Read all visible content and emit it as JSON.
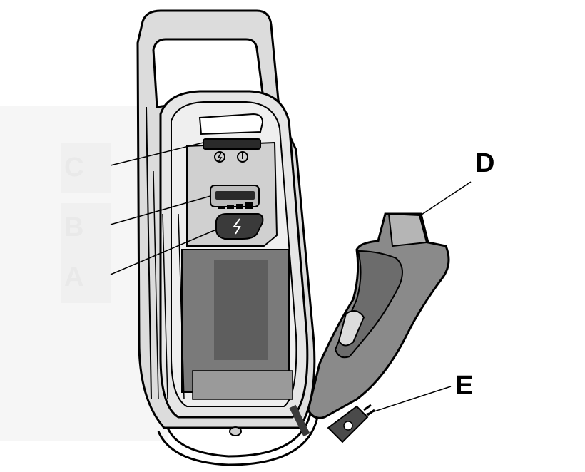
{
  "diagram": {
    "callouts": {
      "a": "A",
      "b": "B",
      "c": "C",
      "d": "D",
      "e": "E"
    },
    "icons": [
      "charger-body",
      "charging-status-light",
      "power-icon",
      "charge-level-indicator",
      "charge-button-lightning-icon",
      "charge-connector-handle",
      "wall-plug"
    ],
    "colors": {
      "outline": "#000000",
      "shell": "#d2d2d2",
      "shell_light": "#ececec",
      "recess": "#7a7a7a",
      "connector": "#8a8a8a",
      "faded_box": "#f3f3f3"
    }
  }
}
